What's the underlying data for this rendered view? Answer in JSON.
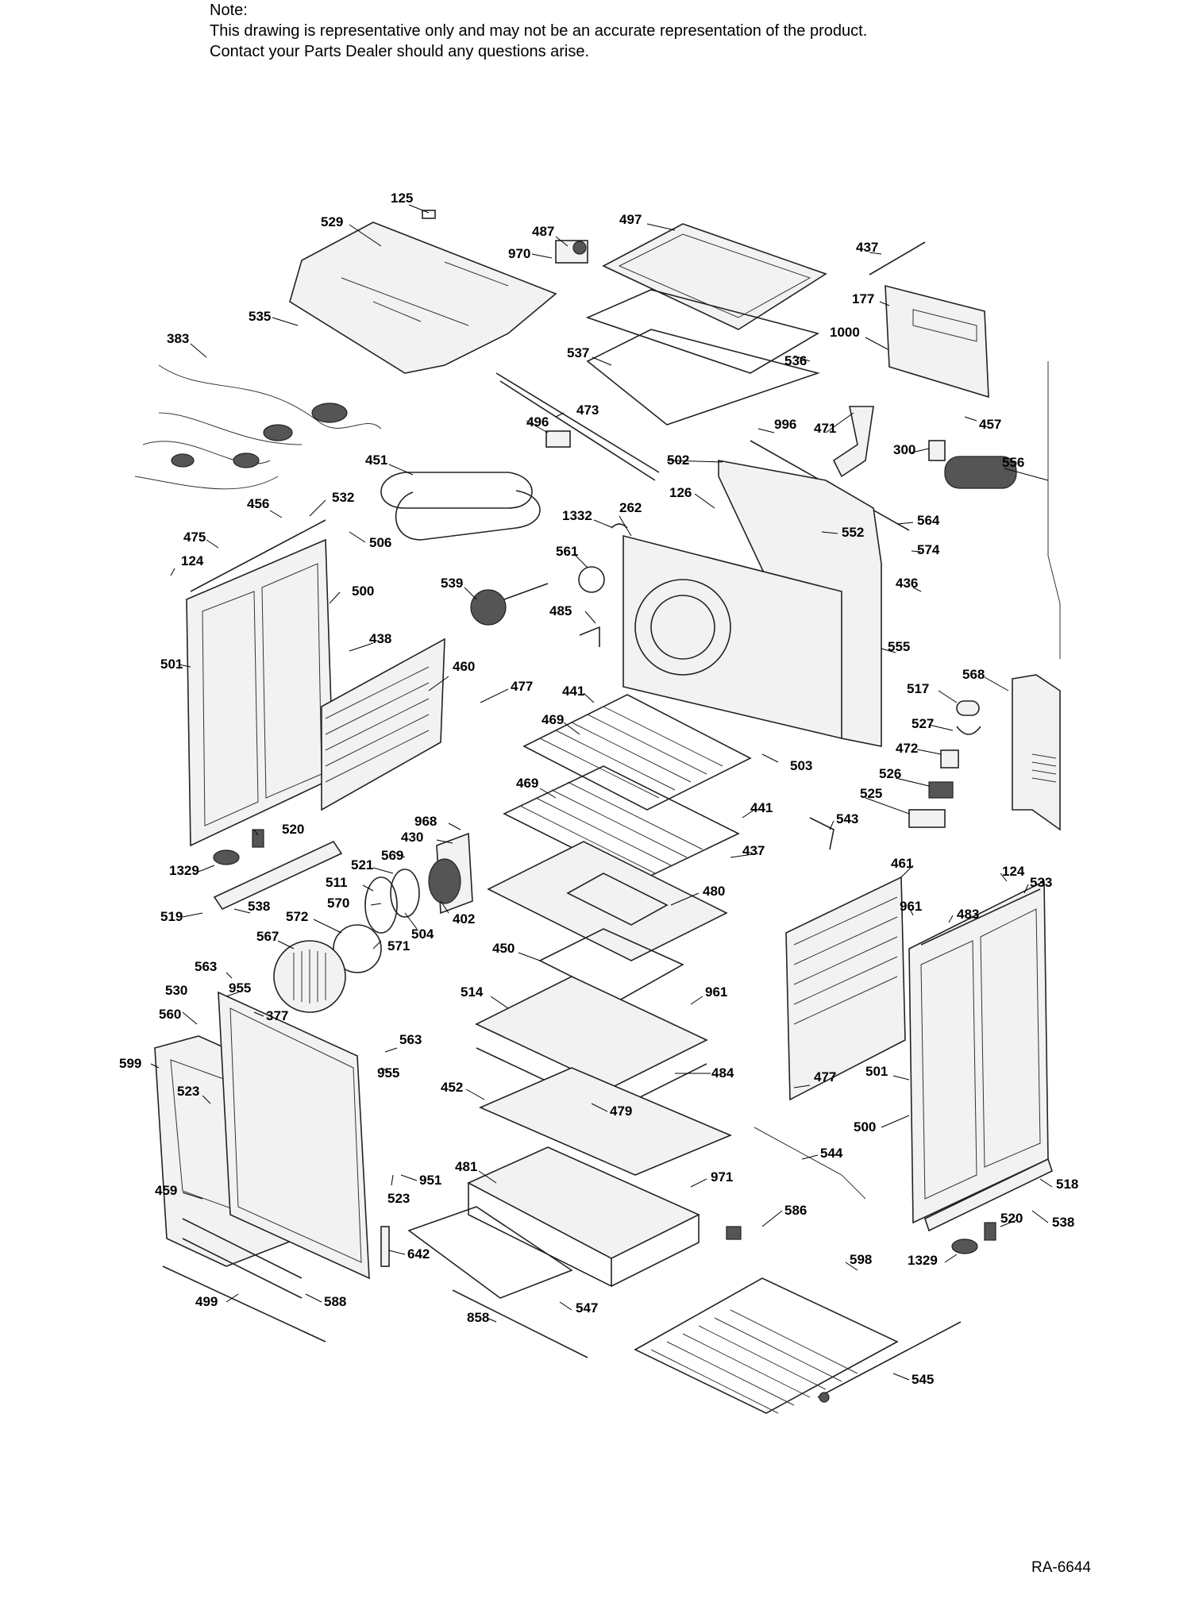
{
  "note": {
    "heading": "Note:",
    "line1": "This drawing is representative only and may not be an accurate representation of the product.",
    "line2": "Contact your Parts Dealer should any questions arise."
  },
  "drawing_ref": "RA-6644",
  "part_labels": [
    "125",
    "529",
    "487",
    "970",
    "497",
    "437",
    "535",
    "383",
    "177",
    "1000",
    "537",
    "536",
    "457",
    "496",
    "473",
    "996",
    "471",
    "300",
    "556",
    "451",
    "502",
    "126",
    "456",
    "532",
    "1332",
    "262",
    "552",
    "564",
    "574",
    "475",
    "506",
    "124",
    "561",
    "539",
    "500",
    "436",
    "485",
    "438",
    "555",
    "501",
    "460",
    "568",
    "477",
    "441",
    "517",
    "469",
    "527",
    "472",
    "526",
    "503",
    "525",
    "441",
    "469",
    "543",
    "968",
    "430",
    "437",
    "520",
    "521",
    "569",
    "461",
    "124",
    "533",
    "1329",
    "511",
    "570",
    "480",
    "961",
    "483",
    "519",
    "538",
    "402",
    "504",
    "572",
    "571",
    "567",
    "450",
    "563",
    "955",
    "530",
    "514",
    "961",
    "377",
    "560",
    "563",
    "955",
    "599",
    "484",
    "477",
    "501",
    "523",
    "452",
    "479",
    "500",
    "481",
    "971",
    "544",
    "459",
    "951",
    "523",
    "586",
    "518",
    "520",
    "538",
    "642",
    "598",
    "1329",
    "499",
    "588",
    "547",
    "858",
    "545"
  ]
}
